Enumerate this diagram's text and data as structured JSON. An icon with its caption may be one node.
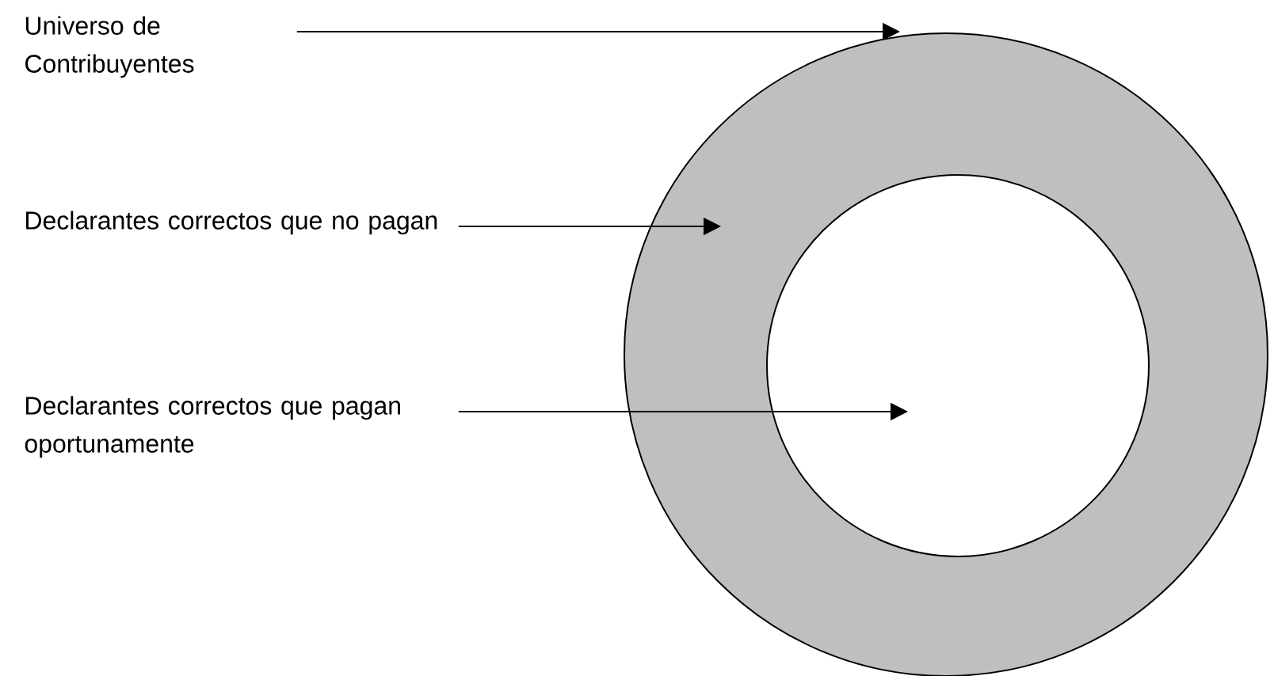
{
  "diagram": {
    "nodes": [
      {
        "text": [
          "Universo  de Contribuyentes"
        ]
      },
      {
        "text": [
          "Declarantes correctos que no pagan"
        ]
      },
      {
        "text": [
          "Declarantes correctos que pagan oportunamente"
        ]
      },
      {
        "text": [],
        "shape": "circle"
      },
      {
        "text": [],
        "shape": "circle",
        "in": 3
      }
    ],
    "edges": [
      {
        "from": 0,
        "to": 3,
        "arrow": "to"
      },
      {
        "from": 1,
        "to": 3,
        "arrow": "to"
      },
      {
        "from": 2,
        "to": 4,
        "arrow": "to"
      }
    ]
  }
}
